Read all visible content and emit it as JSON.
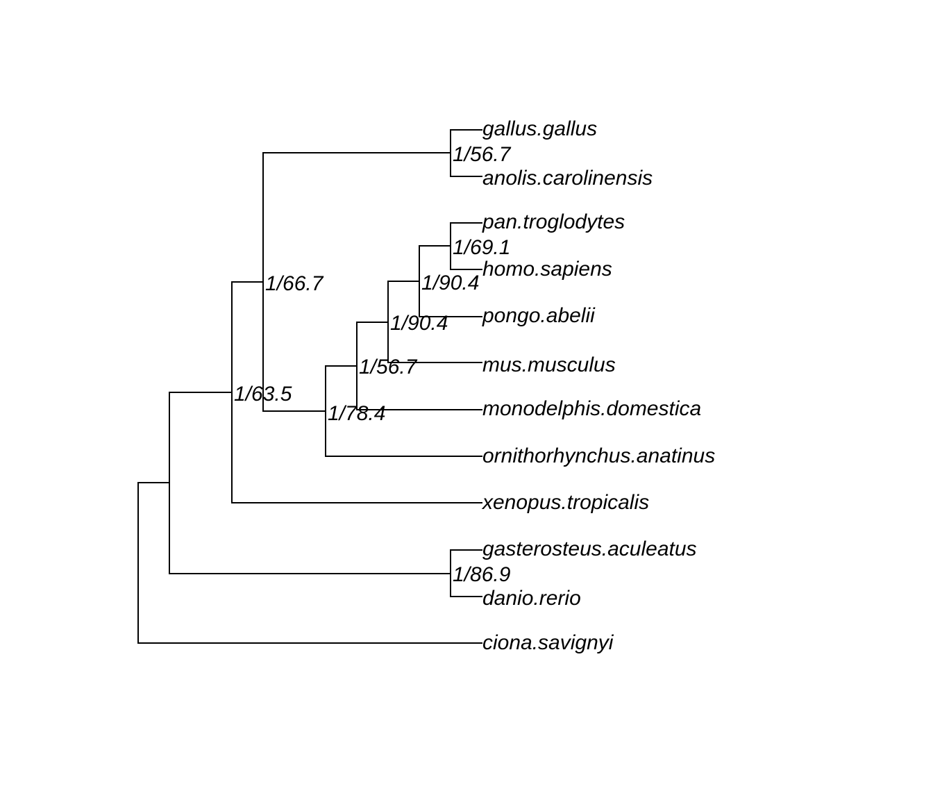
{
  "tree": {
    "type": "phylogenetic-tree",
    "tips": [
      "gallus.gallus",
      "anolis.carolinensis",
      "pan.troglodytes",
      "homo.sapiens",
      "pongo.abelii",
      "mus.musculus",
      "monodelphis.domestica",
      "ornithorhynchus.anatinus",
      "xenopus.tropicalis",
      "gasterosteus.aculeatus",
      "danio.rerio",
      "ciona.savignyi"
    ],
    "node_labels": {
      "birds_reptiles": "1/56.7",
      "pan_homo": "1/69.1",
      "great_apes": "1/90.4",
      "primates_mouse": "1/90.4",
      "eutheria_marsupial": "1/56.7",
      "mammals": "1/78.4",
      "amniotes": "1/66.7",
      "tetrapods": "1/63.5",
      "fish": "1/86.9"
    },
    "line_color": "#000000"
  }
}
